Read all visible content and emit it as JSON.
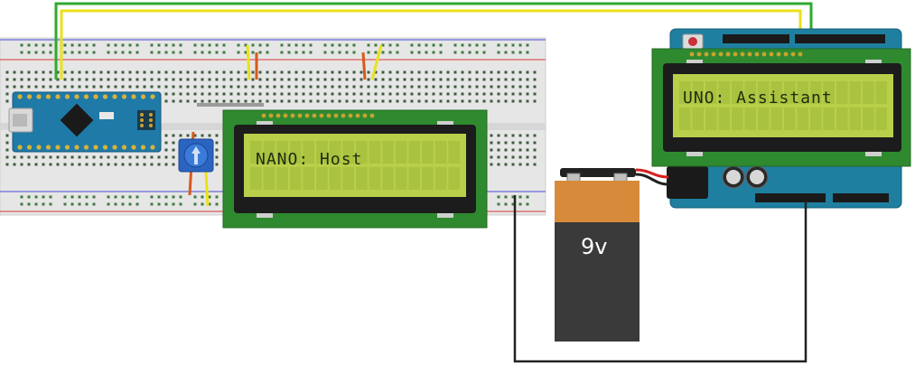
{
  "lcd_host": {
    "text": "NANO: Host"
  },
  "lcd_assistant": {
    "text": "UNO: Assistant"
  },
  "battery": {
    "label": "9v"
  },
  "colors": {
    "pcb_green": "#2f8a2f",
    "lcd_screen": "#b8cf4a",
    "nano_blue": "#1f7aa8",
    "uno_blue": "#1f7fa0",
    "wire_green": "#2faa2f",
    "wire_yellow": "#e9e21a",
    "wire_orange": "#d65a1a",
    "wire_black": "#222222",
    "battery_copper": "#d78a3a",
    "battery_body": "#3a3a3a"
  }
}
